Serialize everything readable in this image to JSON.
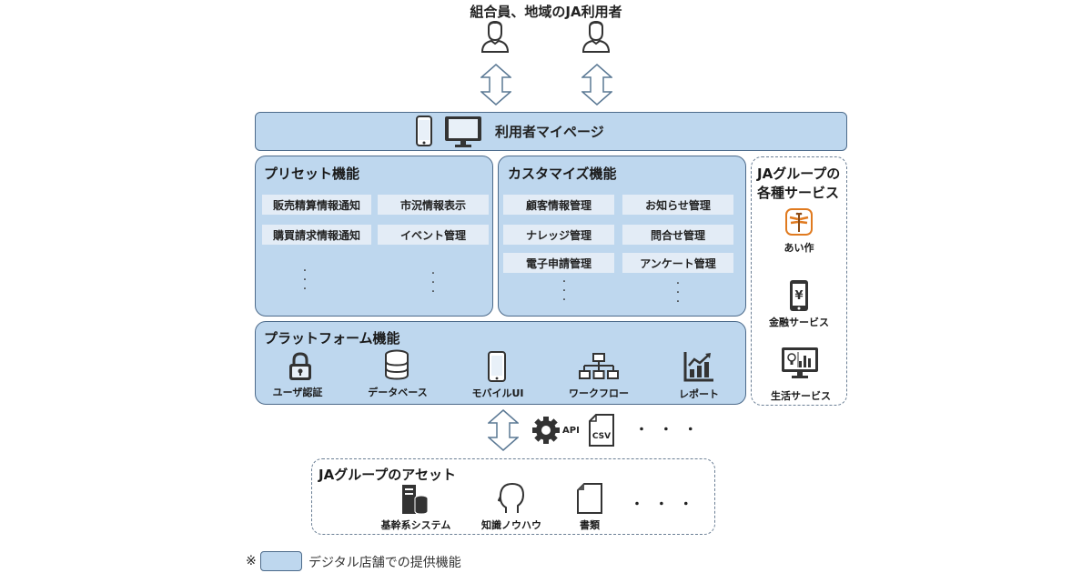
{
  "header": {
    "title": "組合員、地域のJA利用者"
  },
  "users": [
    {
      "icon": "user-icon"
    },
    {
      "icon": "user-icon"
    }
  ],
  "mypage": {
    "label": "利用者マイページ",
    "icons": [
      "smartphone-icon",
      "monitor-icon"
    ]
  },
  "preset": {
    "title": "プリセット機能",
    "items": [
      "販売精算情報通知",
      "市況情報表示",
      "購買請求情報通知",
      "イベント管理"
    ],
    "more": "・\n・\n・"
  },
  "custom": {
    "title": "カスタマイズ機能",
    "items": [
      "顧客情報管理",
      "お知らせ管理",
      "ナレッジ管理",
      "問合せ管理",
      "電子申請管理",
      "アンケート管理"
    ]
  },
  "services": {
    "title_line1": "JAグループの",
    "title_line2": "各種サービス",
    "items": [
      {
        "label": "あい作",
        "icon": "dragonfly-app-icon"
      },
      {
        "label": "金融サービス",
        "icon": "yen-smartphone-icon"
      },
      {
        "label": "生活サービス",
        "icon": "lifestyle-monitor-icon"
      }
    ]
  },
  "platform": {
    "title": "プラットフォーム機能",
    "items": [
      {
        "label": "ユーザ認証",
        "icon": "lock-icon"
      },
      {
        "label": "データベース",
        "icon": "database-icon"
      },
      {
        "label": "モバイルUI",
        "icon": "smartphone-icon"
      },
      {
        "label": "ワークフロー",
        "icon": "workflow-icon"
      },
      {
        "label": "レポート",
        "icon": "chart-report-icon"
      }
    ]
  },
  "connectors": {
    "api_label": "API",
    "csv_label": "CSV",
    "more": "・ ・ ・"
  },
  "assets": {
    "title": "JAグループのアセット",
    "items": [
      {
        "label": "基幹系システム",
        "icon": "server-database-icon"
      },
      {
        "label": "知識ノウハウ",
        "icon": "head-icon"
      },
      {
        "label": "書類",
        "icon": "document-icon"
      }
    ],
    "more": "・ ・ ・"
  },
  "legend": {
    "mark": "※",
    "label": "デジタル店舗での提供機能"
  },
  "colors": {
    "panel_fill": "#bed7ee",
    "panel_border": "#4c6a8a",
    "cell_fill": "#e3ecf6",
    "accent_orange": "#e07a1f"
  }
}
